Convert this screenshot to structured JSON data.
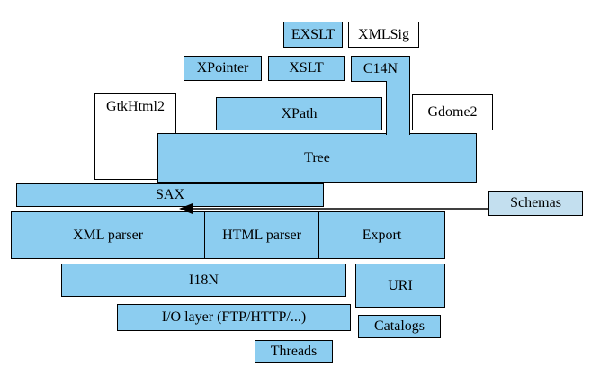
{
  "colors": {
    "background": "#ffffff",
    "border": "#000000",
    "module_fill": "#8ccdf0",
    "external_fill": "#ffffff",
    "schemas_fill": "#c3dfef",
    "arrow": "#000000"
  },
  "nodes": {
    "exslt": {
      "label": "EXSLT"
    },
    "xmlsig": {
      "label": "XMLSig"
    },
    "xpointer": {
      "label": "XPointer"
    },
    "xslt": {
      "label": "XSLT"
    },
    "c14n": {
      "label": "C14N"
    },
    "gtkhtml2": {
      "label": "GtkHtml2"
    },
    "xpath": {
      "label": "XPath"
    },
    "gdome2": {
      "label": "Gdome2"
    },
    "tree": {
      "label": "Tree"
    },
    "sax": {
      "label": "SAX"
    },
    "schemas": {
      "label": "Schemas"
    },
    "xml_parser": {
      "label": "XML parser"
    },
    "html_parser": {
      "label": "HTML parser"
    },
    "export": {
      "label": "Export"
    },
    "i18n": {
      "label": "I18N"
    },
    "uri": {
      "label": "URI"
    },
    "io_layer": {
      "label": "I/O layer (FTP/HTTP/...)"
    },
    "catalogs": {
      "label": "Catalogs"
    },
    "threads": {
      "label": "Threads"
    }
  },
  "connections": [
    {
      "from": "schemas",
      "to": "xml_parser",
      "style": "arrow-left"
    },
    {
      "from": "c14n",
      "to": "tree",
      "style": "solid-strip"
    }
  ]
}
